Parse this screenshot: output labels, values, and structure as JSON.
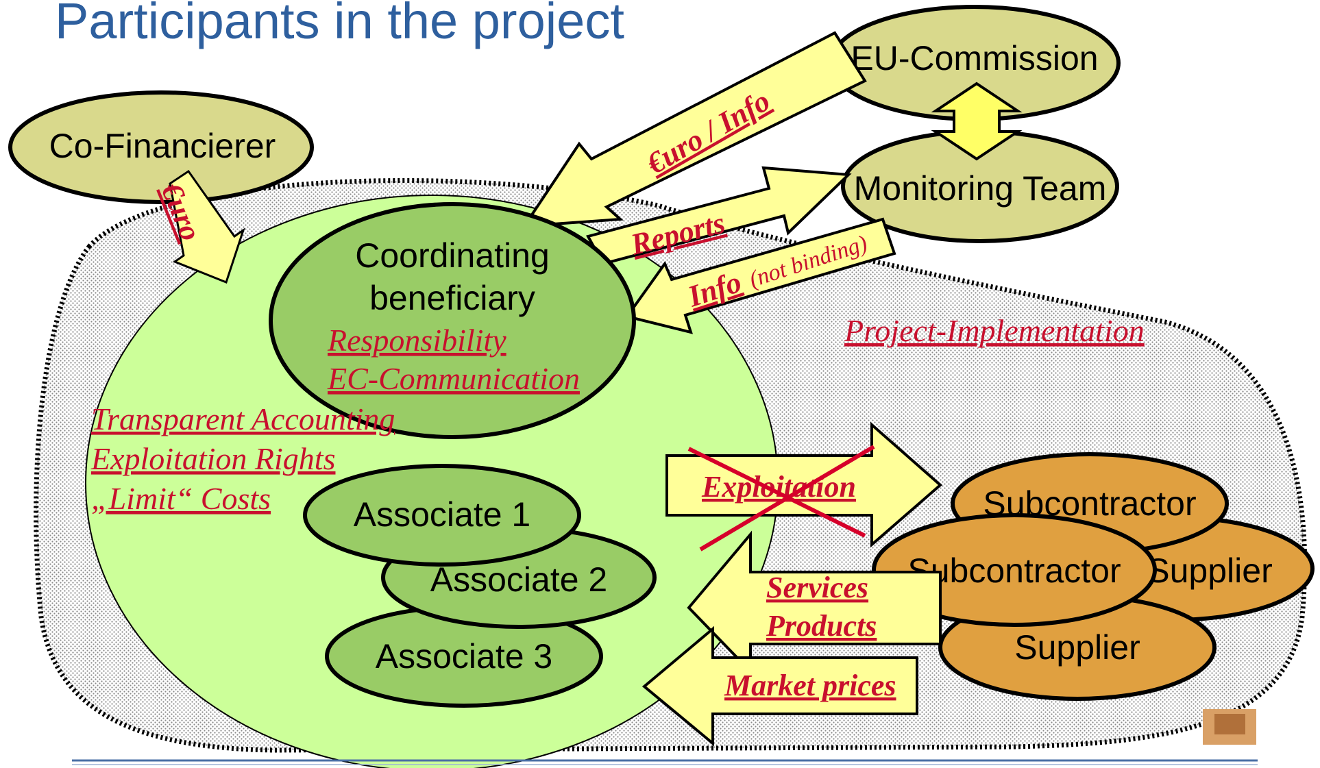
{
  "title": "Participants in the project",
  "nodes": {
    "eu_commission": "EU-Commission",
    "monitoring_team": "Monitoring Team",
    "co_financierer": "Co-Financierer",
    "coordinating_line1": "Coordinating",
    "coordinating_line2": "beneficiary",
    "associate1": "Associate 1",
    "associate2": "Associate 2",
    "associate3": "Associate 3",
    "subcontractor_back": "Subcontractor",
    "supplier_back": "Supplier",
    "subcontractor_front": "Subcontractor",
    "supplier_front": "Supplier"
  },
  "coordinator_notes": {
    "responsibility": "Responsibility",
    "ec_communication": "EC-Communication"
  },
  "consortium_notes": [
    "Transparent Accounting",
    "Exploitation Rights",
    "„Limit“ Costs"
  ],
  "region_label": "Project-Implementation",
  "arrows": {
    "euro_info": "€uro / Info",
    "euro": "€uro",
    "reports": "Reports",
    "info": "Info",
    "info_suffix": "(not binding)",
    "exploitation": "Exploitation",
    "services": "Services",
    "products": "Products",
    "market_prices": "Market prices"
  },
  "colors": {
    "title": "#2E5F9E",
    "consortium_fill": "#CCFF99",
    "coordinator_fill": "#99CC66",
    "top_ellipse_fill": "#D9D98C",
    "supplier_fill": "#E0A040",
    "arrow_fill": "#FFFF99",
    "text_red": "#C8102E"
  }
}
